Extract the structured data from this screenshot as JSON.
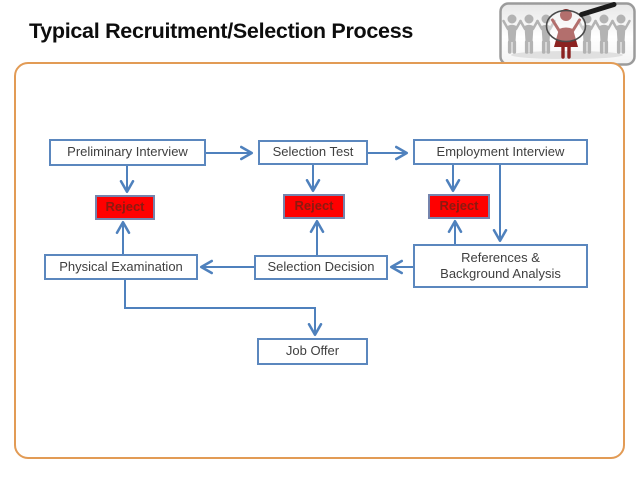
{
  "slide": {
    "title": "Typical Recruitment/Selection Process"
  },
  "icons": {
    "logo": "people-row-magnifier-logo"
  },
  "colors": {
    "connector_blue": "#4f81bd",
    "box_border_blue": "#5b87be",
    "box_text": "#3f3f3f",
    "reject_fill": "#ff0000",
    "reject_border": "#7584ad",
    "reject_text": "#8b1a10",
    "panel_border_orange": "#e29b55",
    "title_text": "#0d0d0d",
    "logo_person_accent": "#8b2220"
  },
  "diagram": {
    "nodes": {
      "preliminary_interview": "Preliminary Interview",
      "selection_test": "Selection Test",
      "employment_interview": "Employment Interview",
      "reject_1": "Reject",
      "reject_2": "Reject",
      "reject_3": "Reject",
      "physical_examination": "Physical Examination",
      "selection_decision": "Selection Decision",
      "references_line1": "References &",
      "references_line2": "Background Analysis",
      "job_offer": "Job Offer"
    },
    "edges": [
      {
        "from": "Preliminary Interview",
        "to": "Selection Test"
      },
      {
        "from": "Selection Test",
        "to": "Employment Interview"
      },
      {
        "from": "Preliminary Interview",
        "to": "Reject"
      },
      {
        "from": "Selection Test",
        "to": "Reject"
      },
      {
        "from": "Employment Interview",
        "to": "Reject"
      },
      {
        "from": "Employment Interview",
        "to": "References & Background Analysis"
      },
      {
        "from": "References & Background Analysis",
        "to": "Selection Decision"
      },
      {
        "from": "Selection Decision",
        "to": "Physical Examination"
      },
      {
        "from": "Physical Examination",
        "to": "Reject"
      },
      {
        "from": "Selection Decision",
        "to": "Reject"
      },
      {
        "from": "References & Background Analysis",
        "to": "Reject"
      },
      {
        "from": "Physical Examination",
        "to": "Job Offer"
      }
    ]
  }
}
